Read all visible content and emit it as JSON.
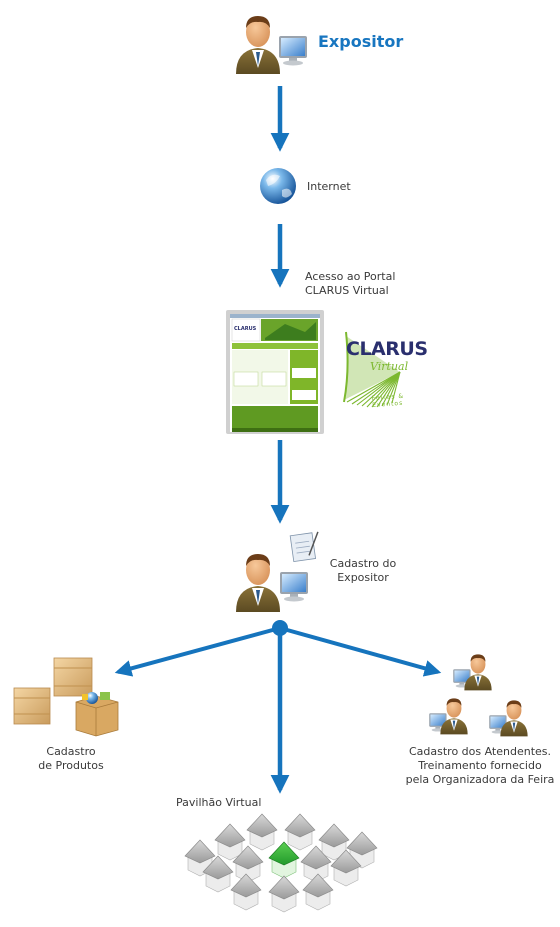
{
  "title": "Expositor",
  "colors": {
    "arrow": "#1674bd",
    "title": "#1876c0",
    "portal_green": "#7fb629",
    "logo_navy": "#2a2f6e",
    "logo_green": "#7cb82f"
  },
  "nodes": {
    "internet": "Internet",
    "portal": [
      "Acesso ao Portal",
      "CLARUS Virtual"
    ],
    "cadastro_expositor": [
      "Cadastro do",
      "Expositor"
    ],
    "cadastro_produtos": [
      "Cadastro",
      "de Produtos"
    ],
    "atendentes": [
      "Cadastro dos Atendentes.",
      "Treinamento fornecido",
      "pela Organizadora da Feira"
    ],
    "pavilhao": "Pavilhão Virtual"
  },
  "logo": {
    "name": "CLARUS",
    "sub": "Virtual",
    "tagline": "Feiras & Eventos"
  },
  "icons": [
    "businessman-computer-icon",
    "globe-icon",
    "website-screenshot",
    "clarus-logo",
    "businessman-notepad-icon",
    "boxes-icon",
    "three-businessmen-icon",
    "houses-pavilion-icon"
  ]
}
